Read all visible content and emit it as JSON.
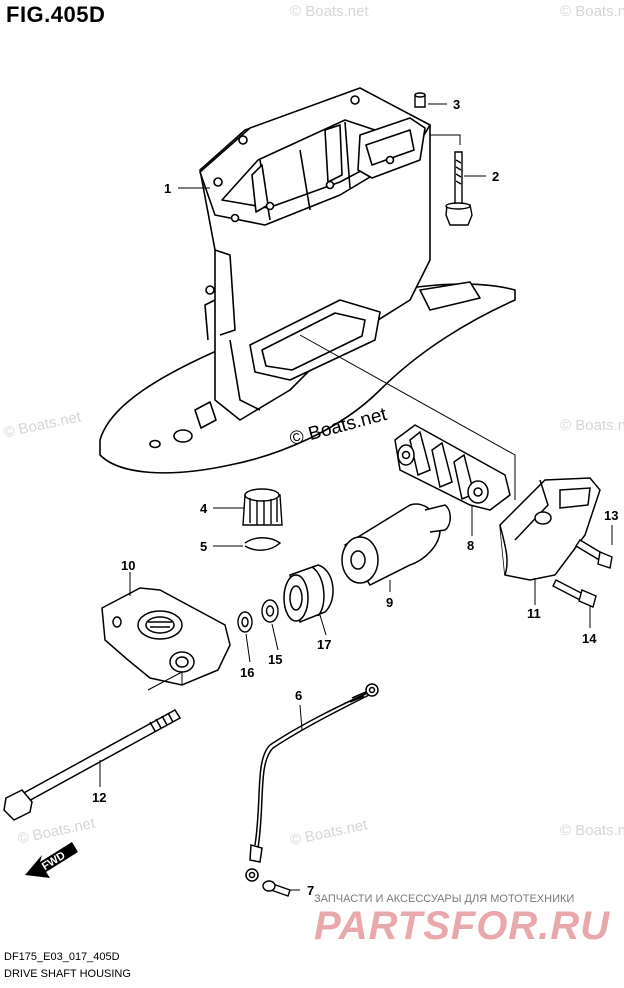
{
  "title": "FIG.405D",
  "footer": {
    "code": "DF175_E03_017_405D",
    "name": "DRIVE SHAFT HOUSING"
  },
  "watermark": {
    "text": "© Boats.net",
    "center_text": "© Boats.net"
  },
  "fwd_label": "FWD",
  "ad": {
    "tagline": "ЗАПЧАСТИ И АКСЕССУАРЫ ДЛЯ МОТОТЕХНИКИ",
    "brand": "PARTSFOR.RU",
    "brand_color": "#e8a8ac"
  },
  "parts": [
    {
      "number": "1"
    },
    {
      "number": "2"
    },
    {
      "number": "3"
    },
    {
      "number": "4"
    },
    {
      "number": "5"
    },
    {
      "number": "6"
    },
    {
      "number": "7"
    },
    {
      "number": "8"
    },
    {
      "number": "9"
    },
    {
      "number": "10"
    },
    {
      "number": "11"
    },
    {
      "number": "12"
    },
    {
      "number": "13"
    },
    {
      "number": "14"
    },
    {
      "number": "15"
    },
    {
      "number": "16"
    },
    {
      "number": "17"
    }
  ]
}
